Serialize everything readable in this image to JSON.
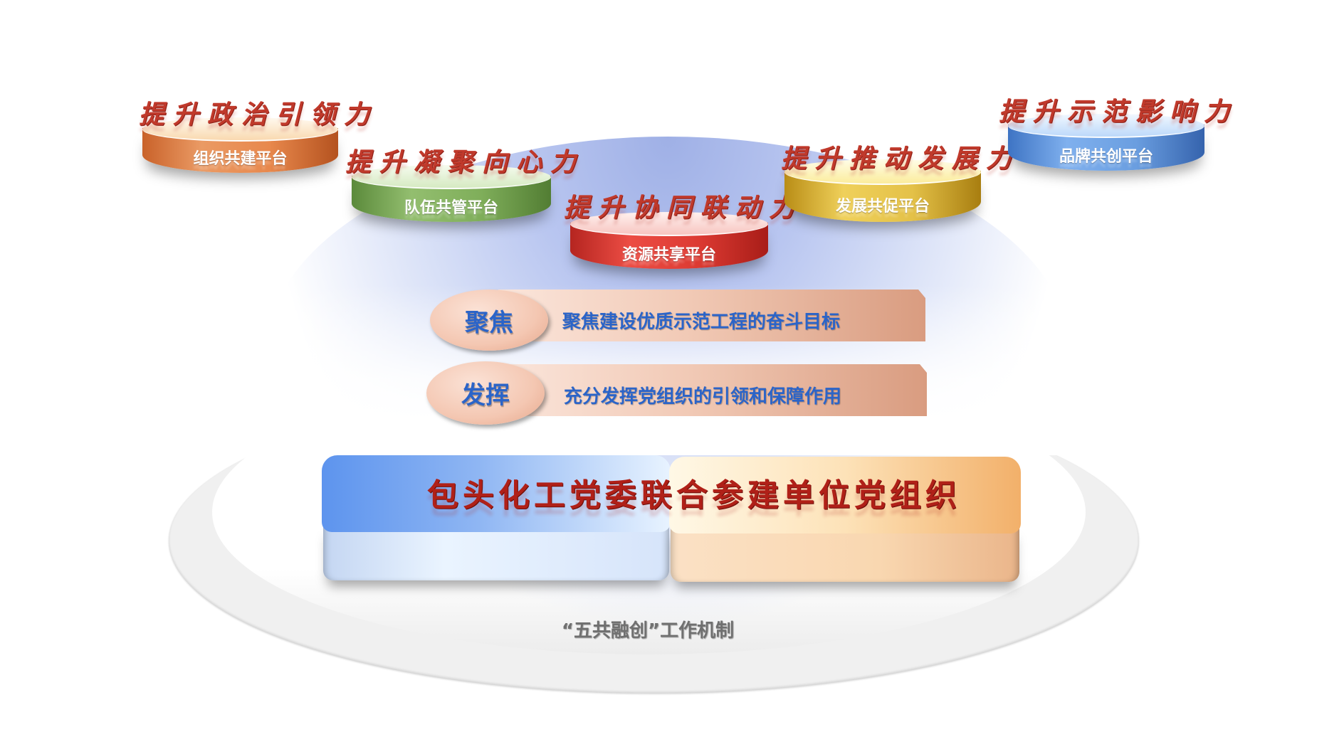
{
  "diagram": {
    "mechanism_caption": "“五共融创”工作机制",
    "foundation": {
      "title": "包头化工党委联合参建单位党组织"
    },
    "focus_rows": [
      {
        "tag": "聚焦",
        "text": "聚焦建设优质示范工程的奋斗目标"
      },
      {
        "tag": "发挥",
        "text": "充分发挥党组织的引领和保障作用"
      }
    ],
    "platforms": [
      {
        "title": "提升政治引领力",
        "label": "组织共建平台",
        "color": "#e07a3a"
      },
      {
        "title": "提升凝聚向心力",
        "label": "队伍共管平台",
        "color": "#6f9a4c"
      },
      {
        "title": "提升协同联动力",
        "label": "资源共享平台",
        "color": "#d8332c"
      },
      {
        "title": "提升推动发展力",
        "label": "发展共促平台",
        "color": "#d9b22f"
      },
      {
        "title": "提升示范影响力",
        "label": "品牌共创平台",
        "color": "#4f86cf"
      }
    ]
  }
}
